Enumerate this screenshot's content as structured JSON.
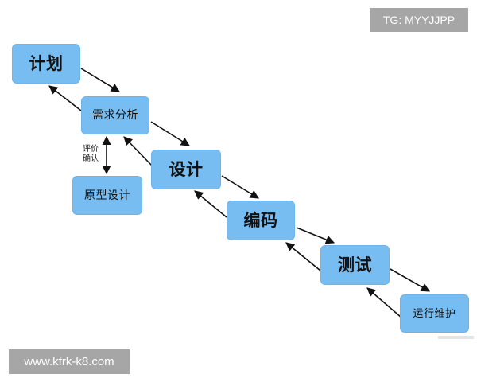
{
  "diagram": {
    "nodes": {
      "plan": "计划",
      "requirements": "需求分析",
      "prototype": "原型设计",
      "design": "设计",
      "coding": "编码",
      "testing": "测试",
      "operations": "运行维护"
    },
    "edge_labels": {
      "review_confirm_line1": "评价",
      "review_confirm_line2": "确认"
    }
  },
  "watermarks": {
    "top_right": "TG: MYYJJPP",
    "bottom_left": "www.kfrk-k8.com"
  },
  "colors": {
    "node_fill": "#78bdf1",
    "node_border": "#6eb4ea",
    "arrow": "#111111",
    "watermark_bg": "#a6a6a6"
  }
}
